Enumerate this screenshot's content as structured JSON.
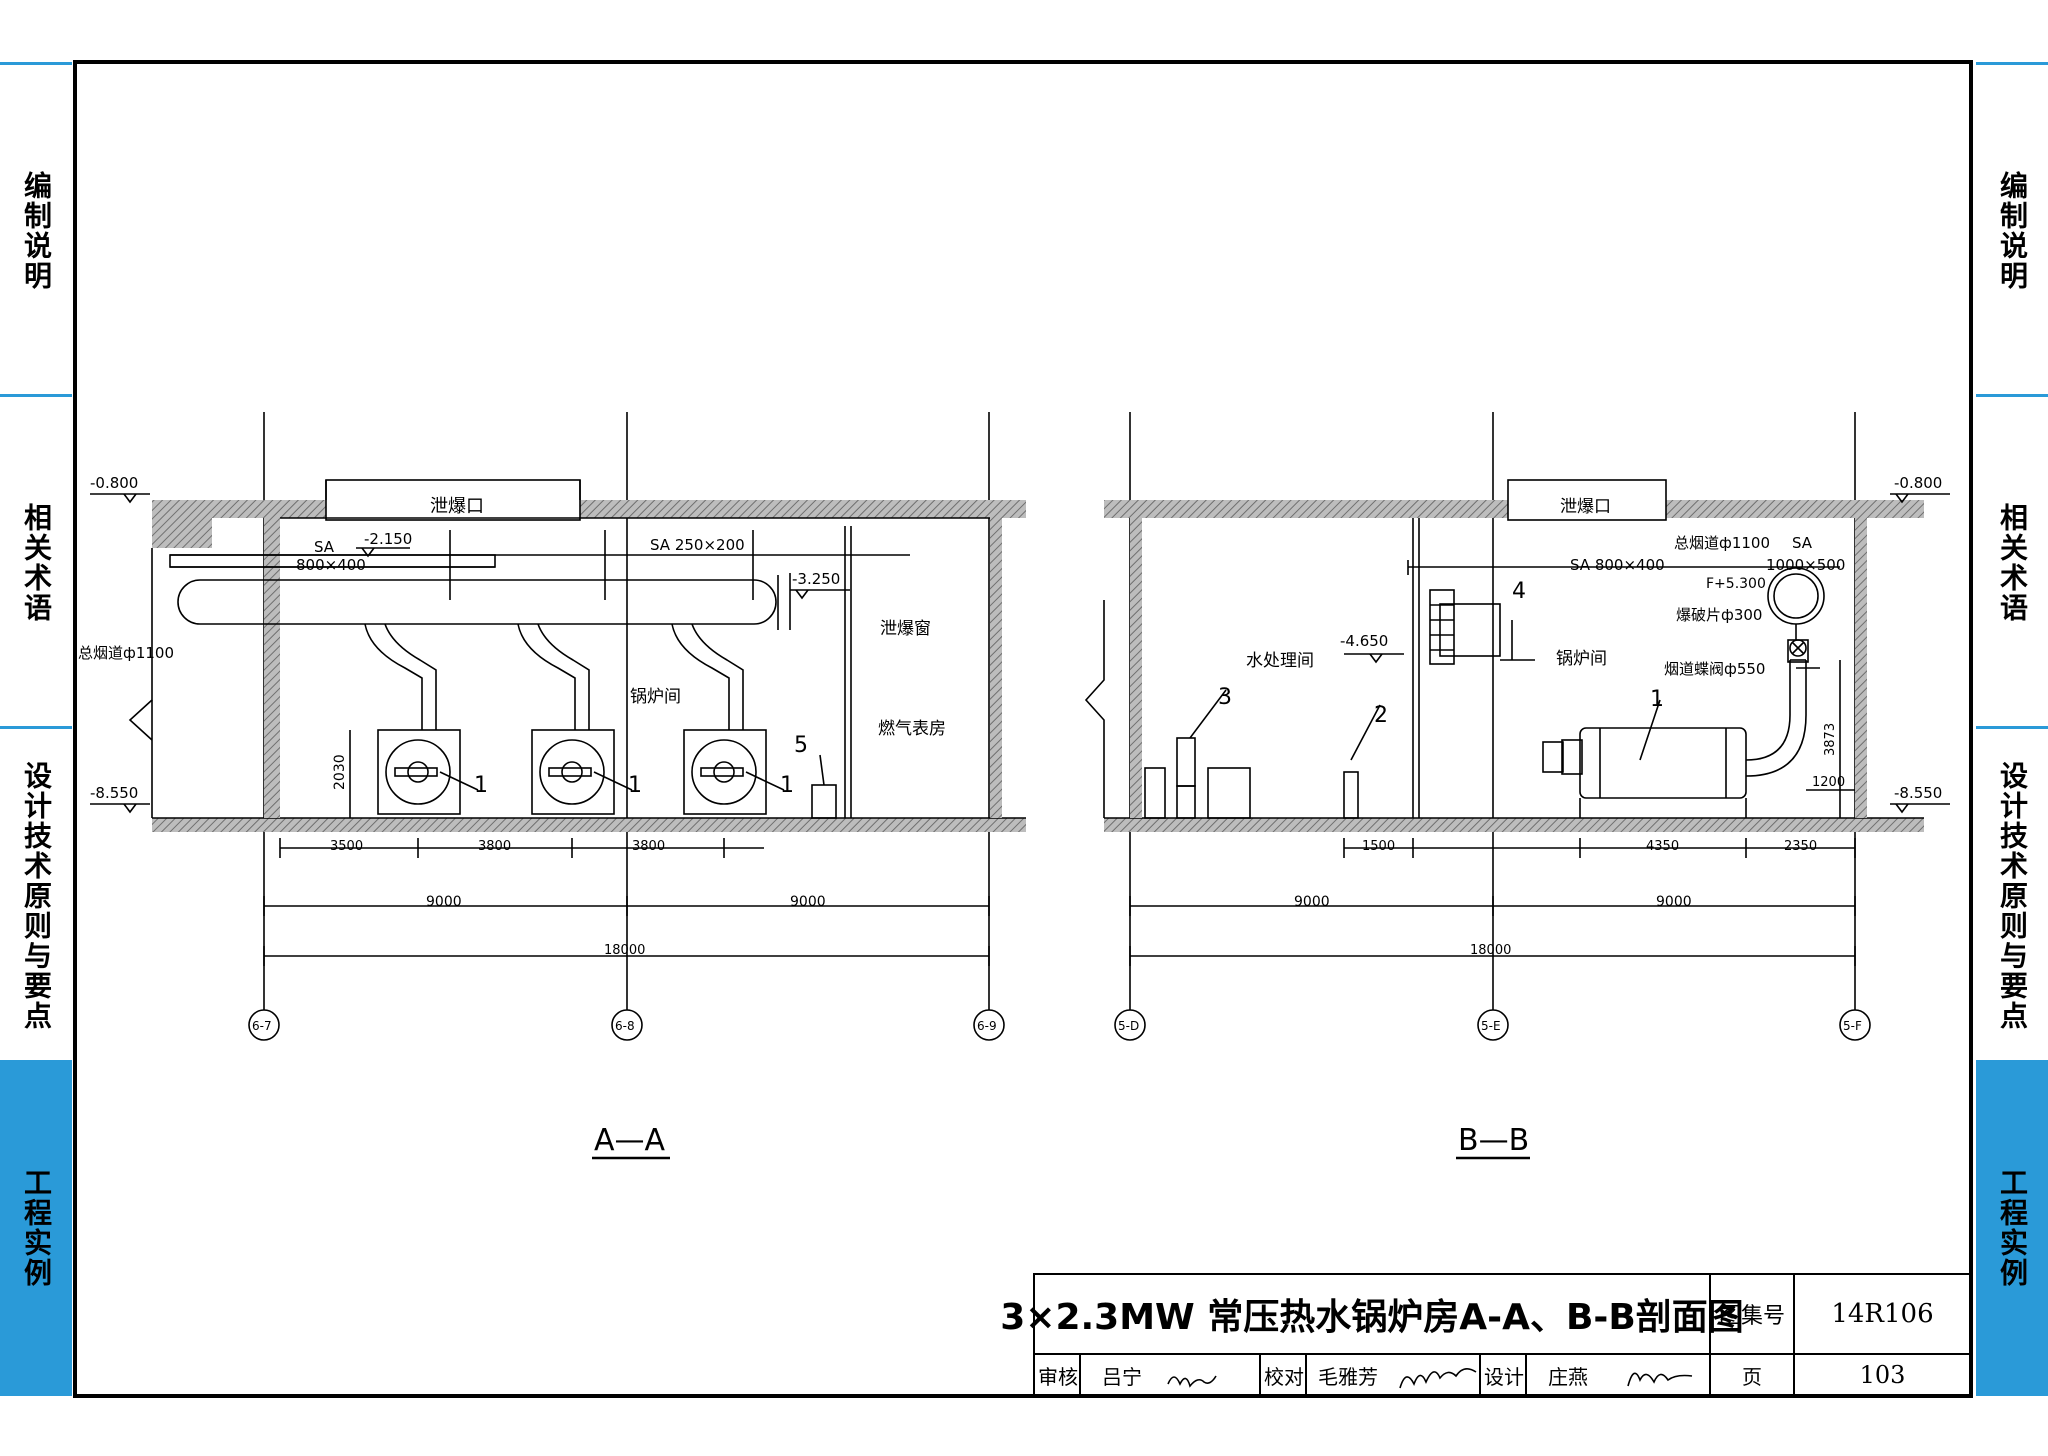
{
  "side_tabs": [
    {
      "label": "编制说明"
    },
    {
      "label": "相关术语"
    },
    {
      "label": "设计技术原则与要点"
    },
    {
      "label": "工程实例"
    }
  ],
  "colors": {
    "tab_blue": "#2a9ad8",
    "line": "#000000",
    "hatch": "#9a9a9a"
  },
  "section_aa": {
    "title": "A—A",
    "opening_label": "泄爆口",
    "duct_label_left": "SA",
    "duct_size_left": "800×400",
    "elev_duct": "-2.150",
    "duct_label_mid": "SA  250×200",
    "elev_top": "-0.800",
    "elev_flue": "-3.250",
    "flue_label": "总烟道ф1100",
    "room_boiler": "锅炉间",
    "room_meter": "燃气表房",
    "relief_window": "泄爆窗",
    "elev_floor": "-8.550",
    "boiler_height": "2030",
    "tag_1": "1",
    "tag_5": "5",
    "dims_spacing": [
      "3500",
      "3800",
      "3800"
    ],
    "dims_bay": [
      "9000",
      "9000"
    ],
    "dim_total": "18000",
    "axes": [
      "6-7",
      "6-8",
      "6-9"
    ]
  },
  "section_bb": {
    "title": "B—B",
    "opening_label": "泄爆口",
    "elev_top": "-0.800",
    "flue_label": "总烟道ф1100",
    "duct_label_right": "SA",
    "duct_size_right": "1000×500",
    "duct_label_mid": "SA  800×400",
    "elev_stack": "F+5.300",
    "rupture_disc": "爆破片ф300",
    "flue_valve": "烟道蝶阀ф550",
    "elev_water": "-4.650",
    "room_water": "水处理间",
    "room_boiler": "锅炉间",
    "elev_floor": "-8.550",
    "dim_vertical": "3873",
    "dim_1200": "1200",
    "tags": [
      "1",
      "2",
      "3",
      "4"
    ],
    "dims_equipment": [
      "1500",
      "4350",
      "2350"
    ],
    "dims_bay": [
      "9000",
      "9000"
    ],
    "dim_total": "18000",
    "axes": [
      "5-D",
      "5-E",
      "5-F"
    ]
  },
  "title_block": {
    "title": "3×2.3MW 常压热水锅炉房A-A、B-B剖面图",
    "atlas_label": "图集号",
    "atlas_no": "14R106",
    "review_label": "审核",
    "reviewer": "吕宁",
    "check_label": "校对",
    "checker": "毛雅芳",
    "design_label": "设计",
    "designer": "庄燕",
    "page_label": "页",
    "page_no": "103"
  }
}
